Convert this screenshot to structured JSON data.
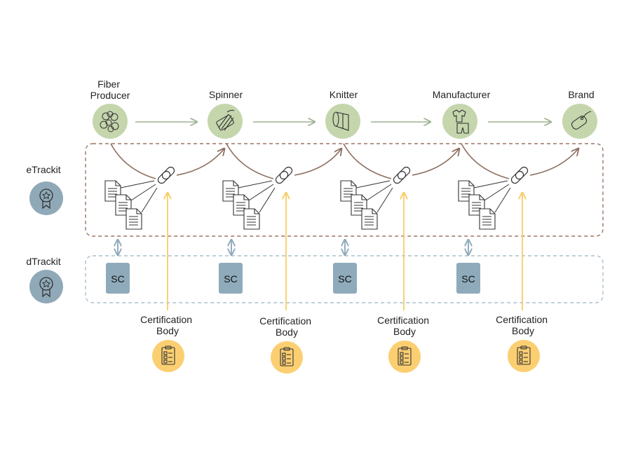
{
  "stages": [
    {
      "label": [
        "Fiber",
        "Producer"
      ],
      "icon": "cotton-icon"
    },
    {
      "label": [
        "Spinner"
      ],
      "icon": "spool-icon"
    },
    {
      "label": [
        "Knitter"
      ],
      "icon": "fabric-roll-icon"
    },
    {
      "label": [
        "Manufacturer"
      ],
      "icon": "clothing-icon"
    },
    {
      "label": [
        "Brand"
      ],
      "icon": "tag-icon"
    }
  ],
  "layers": {
    "etrackit": {
      "label": "eTrackit",
      "icon": "award-badge-icon"
    },
    "dtrackit": {
      "label": "dTrackit",
      "icon": "award-badge-icon"
    }
  },
  "smart_contract_label": "SC",
  "certification": {
    "label": [
      "Certification",
      "Body"
    ],
    "icon": "checklist-icon",
    "count": 4
  },
  "colors": {
    "stage_fill": "#c5d6ad",
    "stage_arrow": "#9fb494",
    "etrackit_border": "#9b7565",
    "brown_arrow": "#8e6f61",
    "dtrackit_border": "#a8c0cc",
    "sc_fill": "#8fabbb",
    "blue_arrow": "#8ea9bb",
    "badge_fill": "#8fa9b8",
    "cert_fill": "#fbcf71",
    "cert_arrow": "#f8cd68",
    "text": "#222222",
    "icon_stroke": "#333333"
  }
}
